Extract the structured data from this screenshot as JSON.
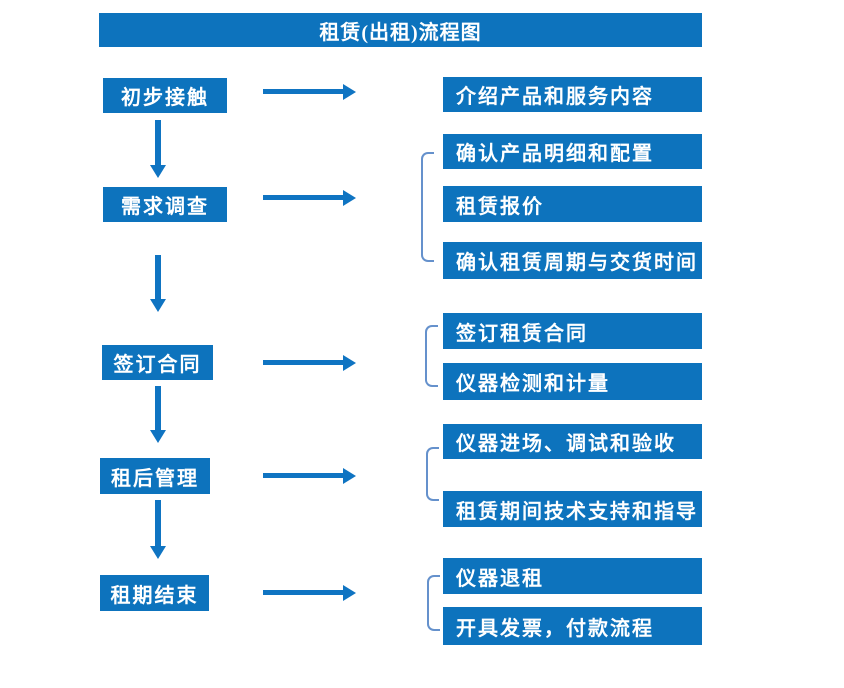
{
  "title": "租赁(出租)流程图",
  "colors": {
    "primary_blue": "#0d73bd",
    "arrow_blue": "#0f74c2",
    "bracket_blue": "#6591cc",
    "text_on_primary": "#ffffff",
    "background": "#ffffff"
  },
  "flow": {
    "steps": [
      {
        "label": "初步接触",
        "children": [
          "介绍产品和服务内容"
        ]
      },
      {
        "label": "需求调查",
        "children": [
          "确认产品明细和配置",
          "租赁报价",
          "确认租赁周期与交货时间"
        ]
      },
      {
        "label": "签订合同",
        "children": [
          "签订租赁合同",
          "仪器检测和计量"
        ]
      },
      {
        "label": "租后管理",
        "children": [
          "仪器进场、调试和验收",
          "租赁期间技术支持和指导"
        ]
      },
      {
        "label": "租期结束",
        "children": [
          "仪器退租",
          "开具发票，付款流程"
        ]
      }
    ]
  }
}
